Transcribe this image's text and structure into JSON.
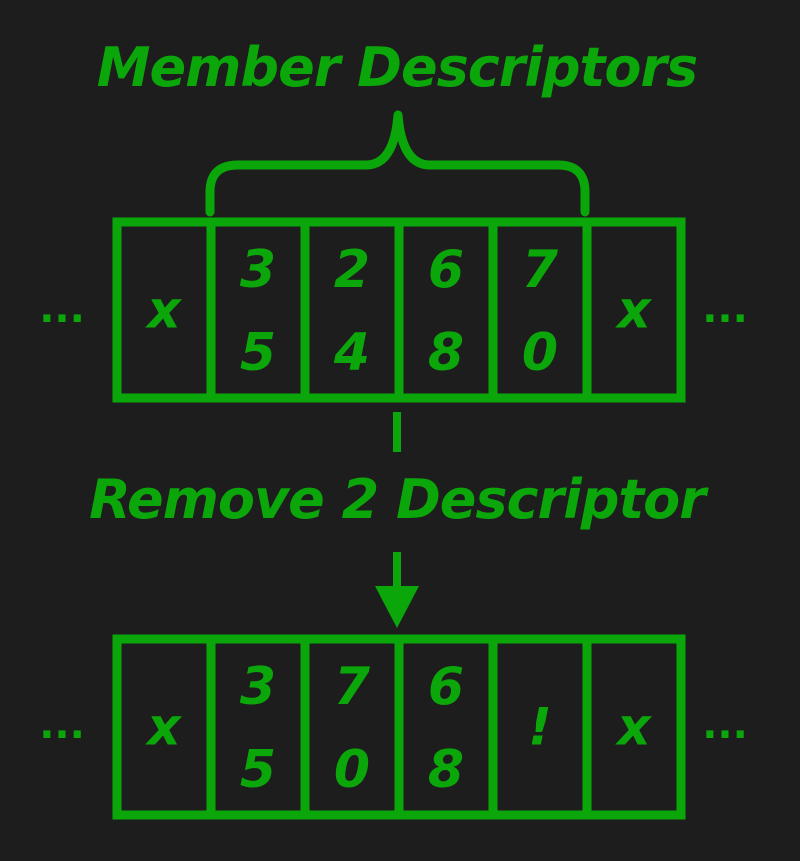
{
  "title": "Member Descriptors",
  "operation": "Remove 2 Descriptor",
  "ellipsis": "...",
  "colors": {
    "background": "#1d1d1d",
    "accent": "#0aa60a"
  },
  "before_array": {
    "cells": [
      {
        "top": "x",
        "bottom": ""
      },
      {
        "top": "3",
        "bottom": "5"
      },
      {
        "top": "2",
        "bottom": "4"
      },
      {
        "top": "6",
        "bottom": "8"
      },
      {
        "top": "7",
        "bottom": "0"
      },
      {
        "top": "x",
        "bottom": ""
      }
    ]
  },
  "after_array": {
    "cells": [
      {
        "top": "x",
        "bottom": ""
      },
      {
        "top": "3",
        "bottom": "5"
      },
      {
        "top": "7",
        "bottom": "0"
      },
      {
        "top": "6",
        "bottom": "8"
      },
      {
        "top": "!",
        "bottom": ""
      },
      {
        "top": "x",
        "bottom": ""
      }
    ]
  }
}
